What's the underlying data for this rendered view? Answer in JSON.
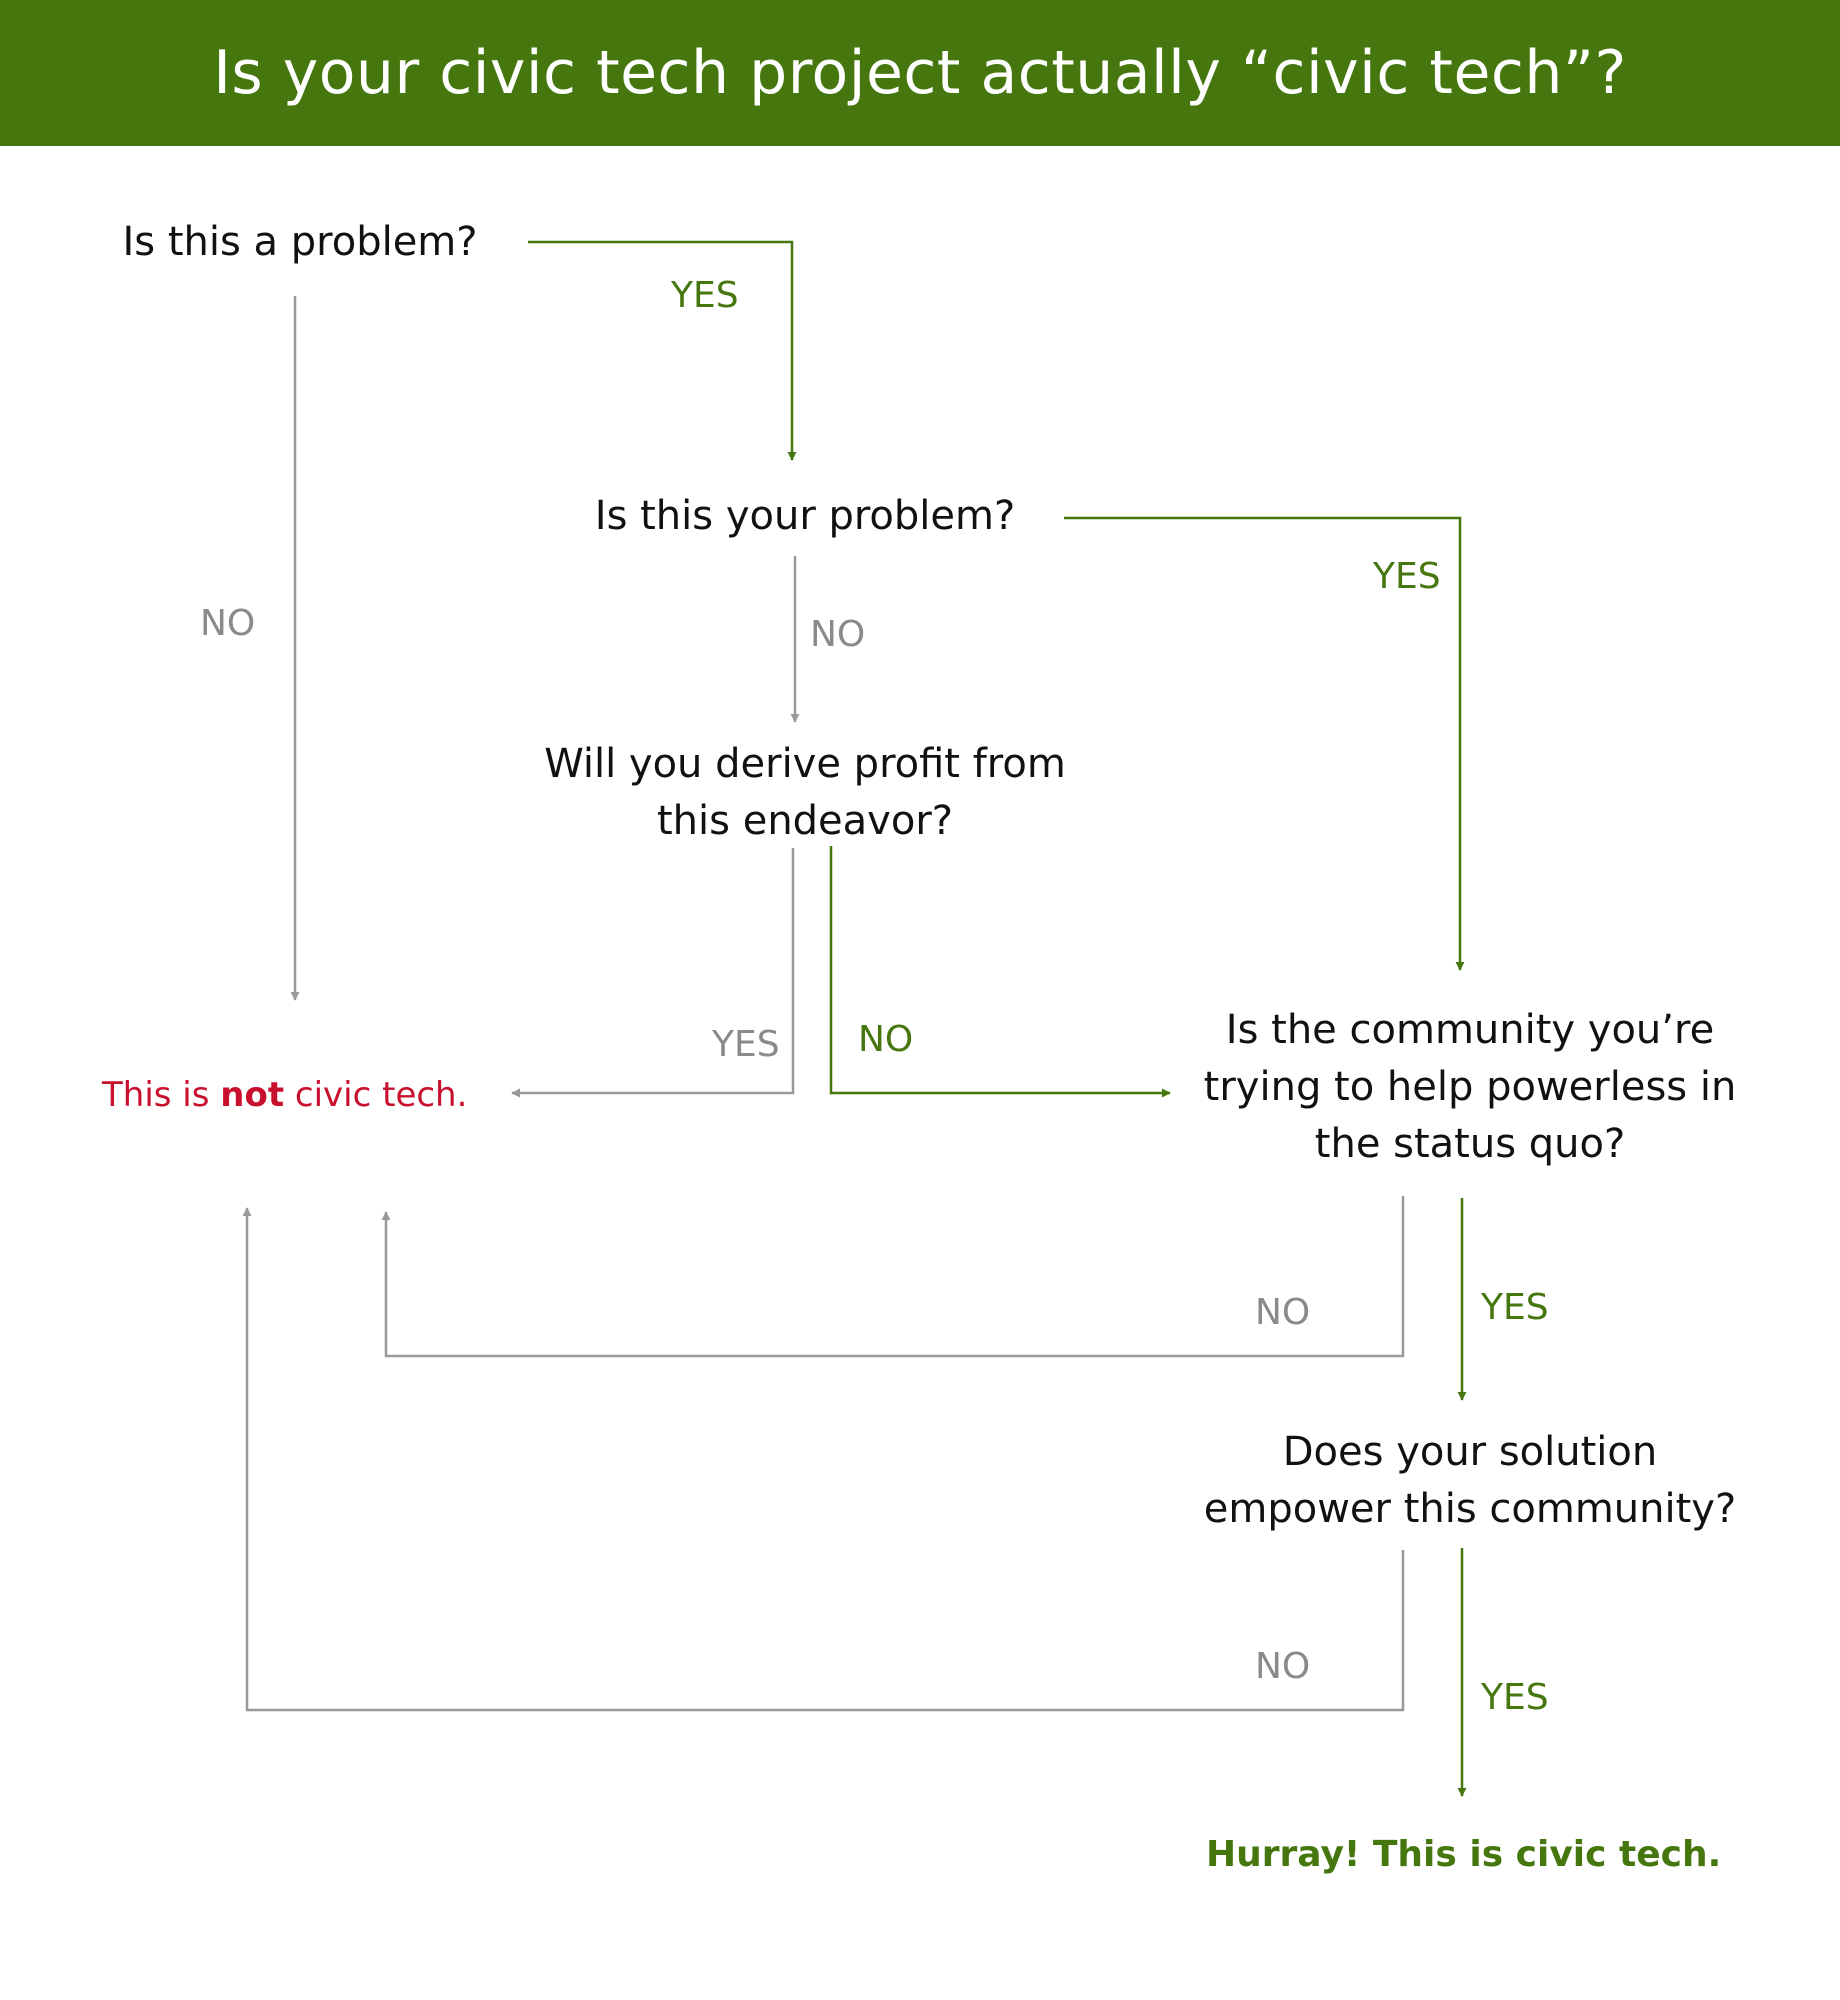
{
  "title": "Is your civic tech project actually “civic tech”?",
  "colors": {
    "header_bg": "#46770f",
    "yes_green": "#46770f",
    "no_gray": "#8a8a8a",
    "not_red": "#c8102e",
    "text": "#111111"
  },
  "questions": {
    "q1": "Is this a problem?",
    "q2": "Is this your problem?",
    "q3_line1": "Will you derive profit from",
    "q3_line2": "this endeavor?",
    "q4_line1": "Is the community you’re",
    "q4_line2": "trying to help powerless in",
    "q4_line3": "the status quo?",
    "q5_line1": "Does your solution",
    "q5_line2": "empower this community?"
  },
  "edge_labels": {
    "q1_yes": "YES",
    "q1_no": "NO",
    "q2_yes": "YES",
    "q2_no": "NO",
    "q3_yes": "YES",
    "q3_no": "NO",
    "q4_no": "NO",
    "q4_yes": "YES",
    "q5_no": "NO",
    "q5_yes": "YES"
  },
  "outcomes": {
    "not_prefix": "This is ",
    "not_bold": "not",
    "not_suffix": " civic tech.",
    "yes": "Hurray! This is civic tech."
  }
}
